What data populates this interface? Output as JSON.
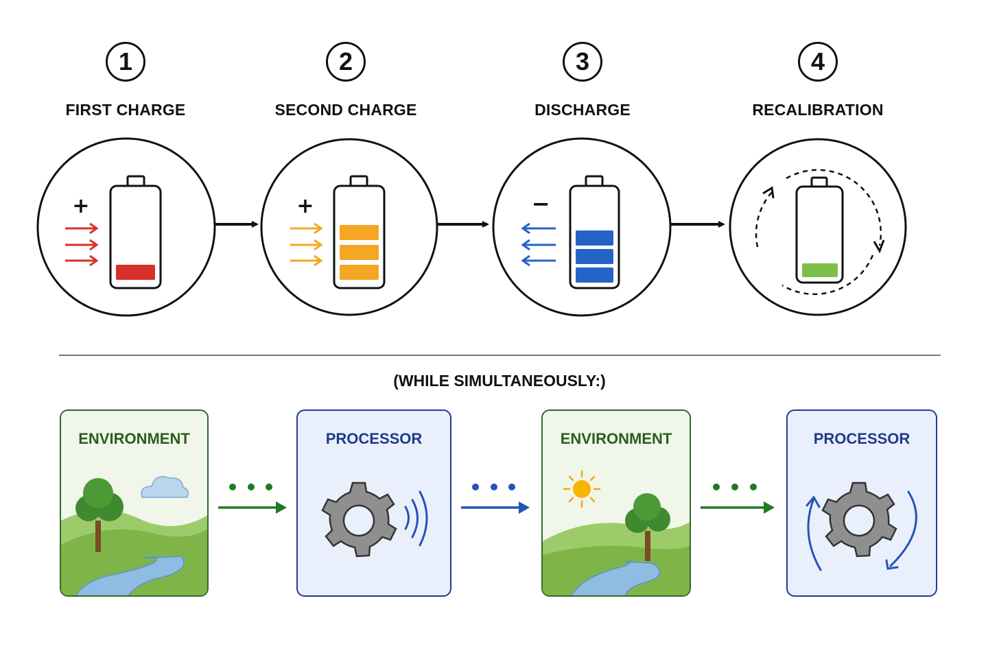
{
  "steps": [
    {
      "number": "1",
      "title": "FIRST CHARGE",
      "sign": "+",
      "arrow_color": "#d8302a",
      "fill_color": "#d8302a",
      "fill_level": 0.15
    },
    {
      "number": "2",
      "title": "SECOND CHARGE",
      "sign": "+",
      "arrow_color": "#f5a623",
      "fill_color": "#f5a623",
      "fill_level": 0.6
    },
    {
      "number": "3",
      "title": "DISCHARGE",
      "sign": "−",
      "arrow_color": "#2563c9",
      "fill_color": "#2563c9",
      "fill_level": 0.6
    },
    {
      "number": "4",
      "title": "RECALIBRATION",
      "sign": "",
      "arrow_color": "#111111",
      "fill_color": "#7cbf4a",
      "fill_level": 0.12
    }
  ],
  "subheading": "(WHILE SIMULTANEOUSLY:)",
  "cards": [
    {
      "title": "ENVIRONMENT",
      "kind": "environment"
    },
    {
      "title": "PROCESSOR",
      "kind": "processor"
    },
    {
      "title": "ENVIRONMENT",
      "kind": "environment"
    },
    {
      "title": "PROCESSOR",
      "kind": "processor"
    }
  ],
  "colors": {
    "env_border": "#2f6b2a",
    "proc_border": "#23389a",
    "green_arrow": "#1f7a22",
    "blue_arrow": "#2552b8",
    "gear": "#8f8f8f"
  }
}
